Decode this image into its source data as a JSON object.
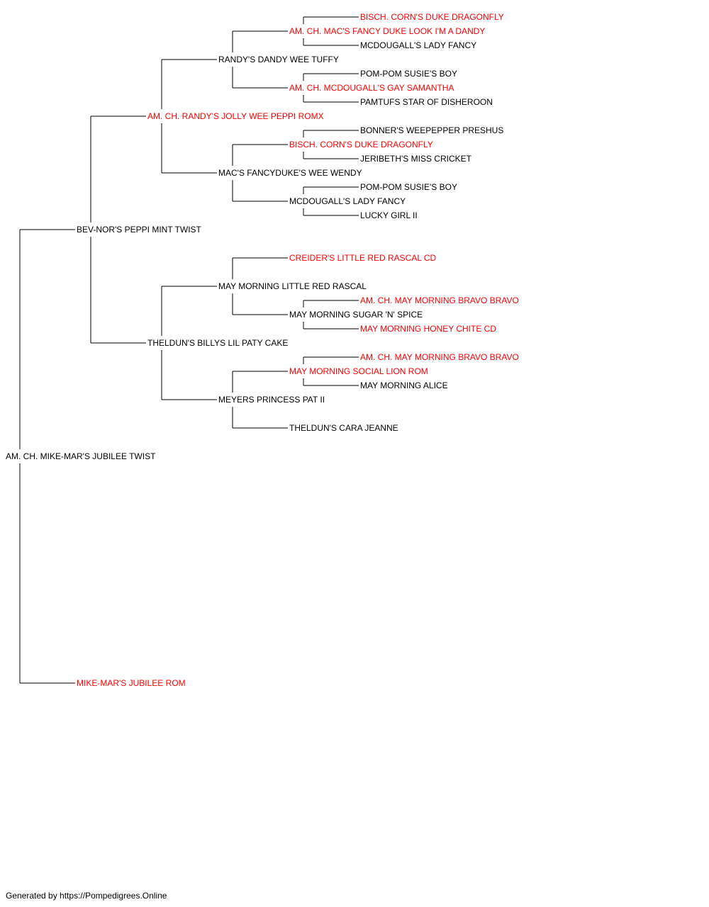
{
  "colors": {
    "highlight": "#ff0000",
    "text": "#000000",
    "line": "#000000"
  },
  "footer": "Generated by https://Pompedigrees.Online",
  "pedigree": {
    "name": "AM. CH. MIKE-MAR'S JUBILEE TWIST",
    "highlight": false,
    "sire": {
      "name": "BEV-NOR'S PEPPI MINT TWIST",
      "highlight": false,
      "sire": {
        "name": "AM. CH. RANDY'S JOLLY WEE PEPPI ROMX",
        "highlight": true,
        "sire": {
          "name": "RANDY'S DANDY WEE TUFFY",
          "highlight": false,
          "sire": {
            "name": "AM. CH. MAC'S FANCY DUKE LOOK I'M A DANDY",
            "highlight": true,
            "sire": {
              "name": "BISCH. CORN'S DUKE DRAGONFLY",
              "highlight": true
            },
            "dam": {
              "name": "MCDOUGALL'S LADY FANCY",
              "highlight": false
            }
          },
          "dam": {
            "name": "AM. CH. MCDOUGALL'S GAY SAMANTHA",
            "highlight": true,
            "sire": {
              "name": "POM-POM SUSIE'S BOY",
              "highlight": false
            },
            "dam": {
              "name": "PAMTUFS STAR OF DISHEROON",
              "highlight": false
            }
          }
        },
        "dam": {
          "name": "MAC'S FANCYDUKE'S WEE WENDY",
          "highlight": false,
          "sire": {
            "name": "BISCH. CORN'S DUKE DRAGONFLY",
            "highlight": true,
            "sire": {
              "name": "BONNER'S WEEPEPPER PRESHUS",
              "highlight": false
            },
            "dam": {
              "name": "JERIBETH'S MISS CRICKET",
              "highlight": false
            }
          },
          "dam": {
            "name": "MCDOUGALL'S LADY FANCY",
            "highlight": false,
            "sire": {
              "name": "POM-POM SUSIE'S BOY",
              "highlight": false
            },
            "dam": {
              "name": "LUCKY GIRL II",
              "highlight": false
            }
          }
        }
      },
      "dam": {
        "name": "THELDUN'S BILLYS LIL PATY CAKE",
        "highlight": false,
        "sire": {
          "name": "MAY MORNING LITTLE RED RASCAL",
          "highlight": false,
          "sire": {
            "name": "CREIDER'S LITTLE RED RASCAL CD",
            "highlight": true
          },
          "dam": {
            "name": "MAY MORNING SUGAR 'N' SPICE",
            "highlight": false,
            "sire": {
              "name": "AM. CH. MAY MORNING BRAVO BRAVO",
              "highlight": true
            },
            "dam": {
              "name": "MAY MORNING HONEY CHITE CD",
              "highlight": true
            }
          }
        },
        "dam": {
          "name": "MEYERS PRINCESS PAT II",
          "highlight": false,
          "sire": {
            "name": "MAY MORNING SOCIAL LION ROM",
            "highlight": true,
            "sire": {
              "name": "AM. CH. MAY MORNING BRAVO BRAVO",
              "highlight": true
            },
            "dam": {
              "name": "MAY MORNING ALICE",
              "highlight": false
            }
          },
          "dam": {
            "name": "THELDUN'S CARA JEANNE",
            "highlight": false
          }
        }
      }
    },
    "dam": {
      "name": "MIKE-MAR'S JUBILEE ROM",
      "highlight": true
    }
  }
}
